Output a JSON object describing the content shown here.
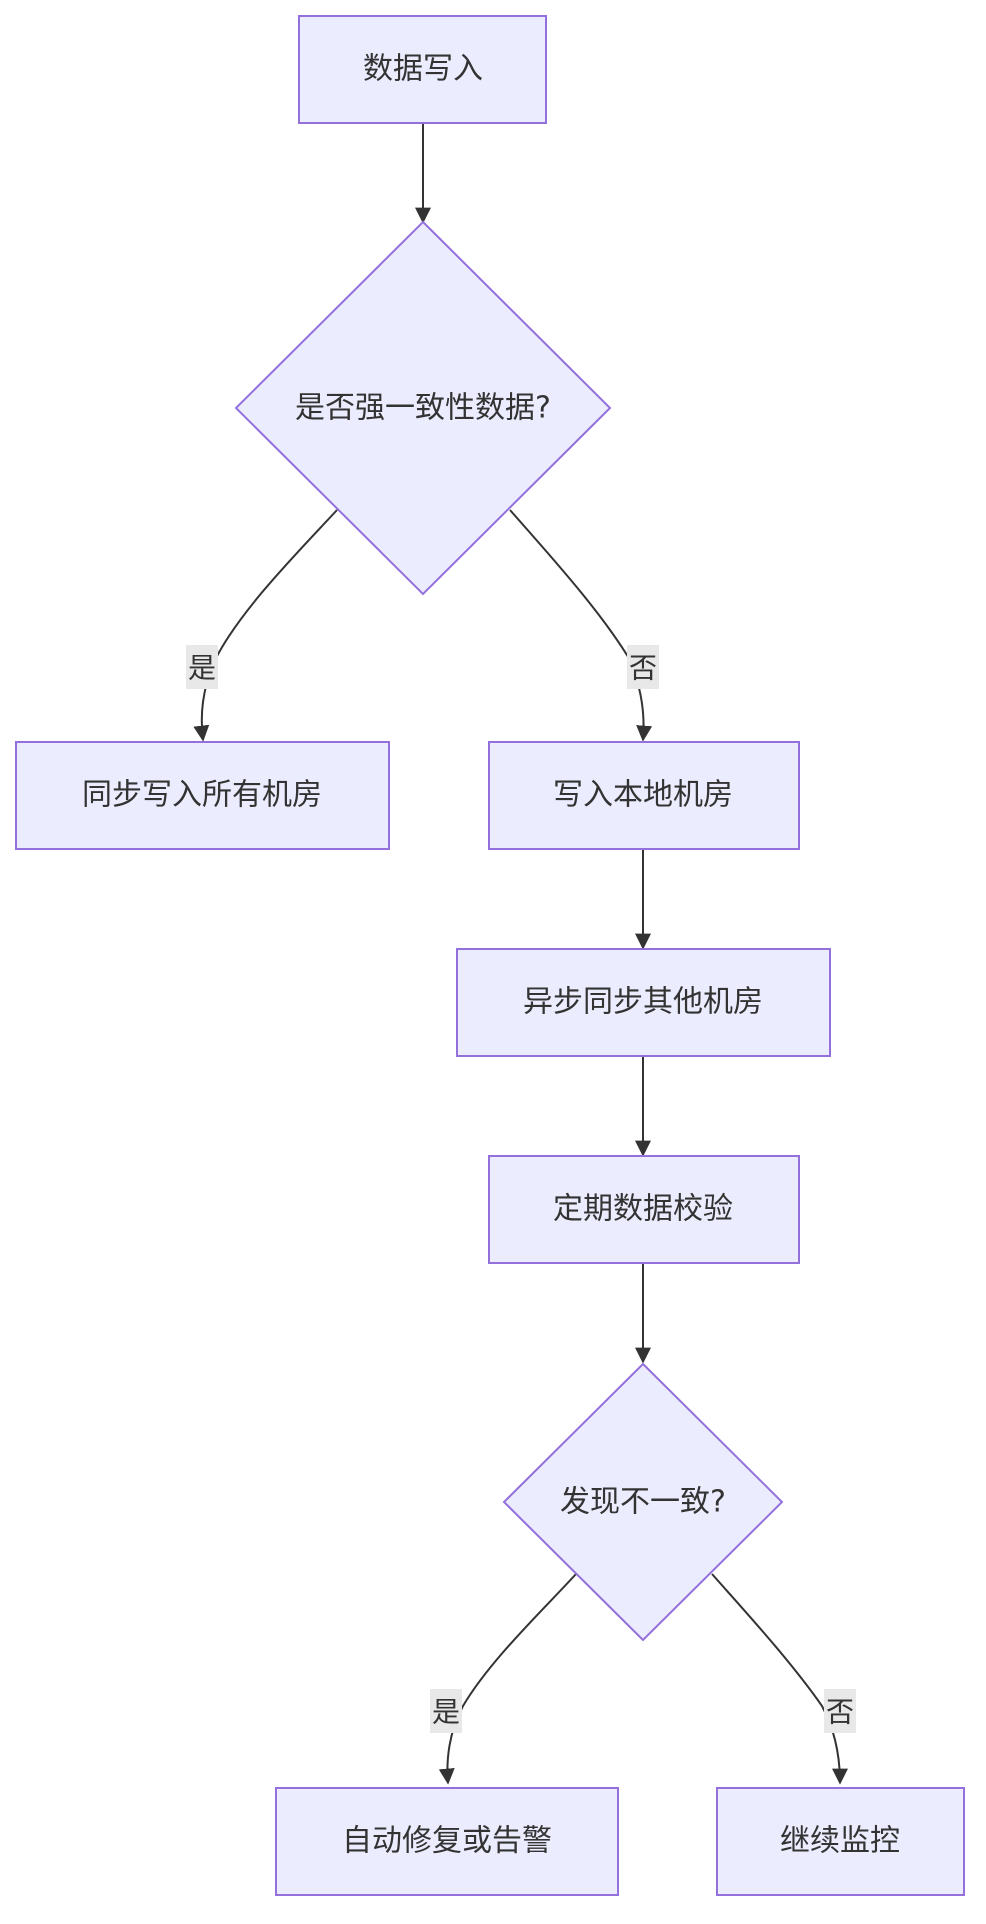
{
  "nodes": {
    "write": "数据写入",
    "strong_check": "是否强一致性数据?",
    "sync_all": "同步写入所有机房",
    "write_local": "写入本地机房",
    "async_sync": "异步同步其他机房",
    "periodic_check": "定期数据校验",
    "inconsistent_check": "发现不一致?",
    "auto_fix": "自动修复或告警",
    "continue_monitor": "继续监控"
  },
  "edge_labels": {
    "strong_yes": "是",
    "strong_no": "否",
    "inconsistent_yes": "是",
    "inconsistent_no": "否"
  },
  "colors": {
    "node_fill": "#ececff",
    "node_stroke": "#9370db",
    "edge": "#333333",
    "label_bg": "#e8e8e8"
  }
}
